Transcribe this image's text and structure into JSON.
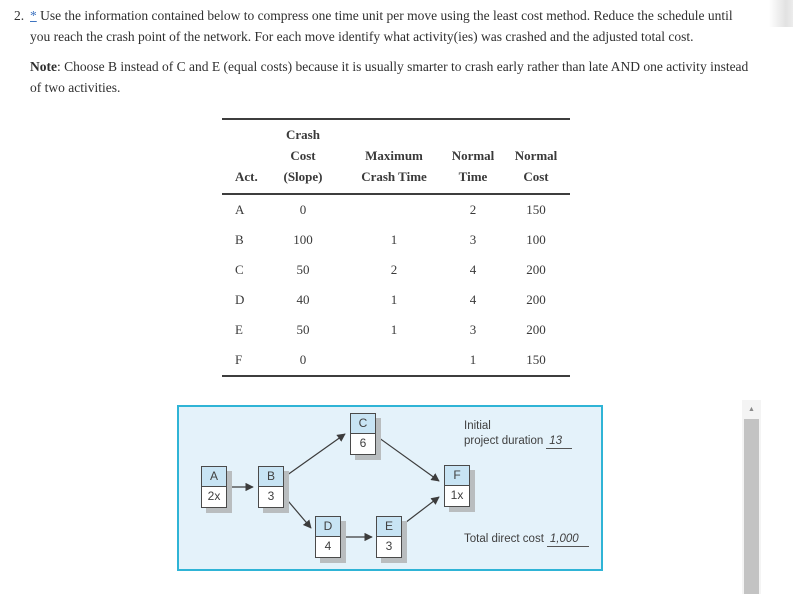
{
  "problem": {
    "number": "2.",
    "footnote_marker": "*",
    "statement": "Use the information contained below to compress one time unit per move using the least cost method. Reduce the schedule until you reach the crash point of the network. For each move identify what activity(ies) was crashed and the adjusted total cost.",
    "note_label": "Note",
    "note_text": ": Choose B instead of C and E (equal costs) because it is usually smarter to crash early rather than late AND one activity instead of two activities."
  },
  "table": {
    "headers": [
      "Act.",
      "Crash\nCost\n(Slope)",
      "Maximum\nCrash Time",
      "Normal\nTime",
      "Normal\nCost"
    ],
    "rows": [
      [
        "A",
        "0",
        "",
        "2",
        "150"
      ],
      [
        "B",
        "100",
        "1",
        "3",
        "100"
      ],
      [
        "C",
        "50",
        "2",
        "4",
        "200"
      ],
      [
        "D",
        "40",
        "1",
        "4",
        "200"
      ],
      [
        "E",
        "50",
        "1",
        "3",
        "200"
      ],
      [
        "F",
        "0",
        "",
        "1",
        "150"
      ]
    ]
  },
  "diagram": {
    "nodes": [
      {
        "id": "A",
        "value": "2x"
      },
      {
        "id": "B",
        "value": "3"
      },
      {
        "id": "C",
        "value": "6"
      },
      {
        "id": "D",
        "value": "4"
      },
      {
        "id": "E",
        "value": "3"
      },
      {
        "id": "F",
        "value": "1x"
      }
    ],
    "edges": [
      "A→B",
      "B→C",
      "B→D",
      "C→F",
      "D→E",
      "E→F"
    ],
    "annotations": {
      "initial_line1": "Initial",
      "initial_line2": "project duration",
      "initial_value": "13",
      "total_label": "Total direct cost",
      "total_value": "1,000"
    },
    "colors": {
      "border": "#2fb4d6",
      "background": "#e4f2fa",
      "node_fill": "#c8e4f4",
      "node_shadow": "#b9bdbf",
      "link_blue": "#3f74c0"
    }
  },
  "scrollbar": {
    "up_arrow": "▲"
  }
}
